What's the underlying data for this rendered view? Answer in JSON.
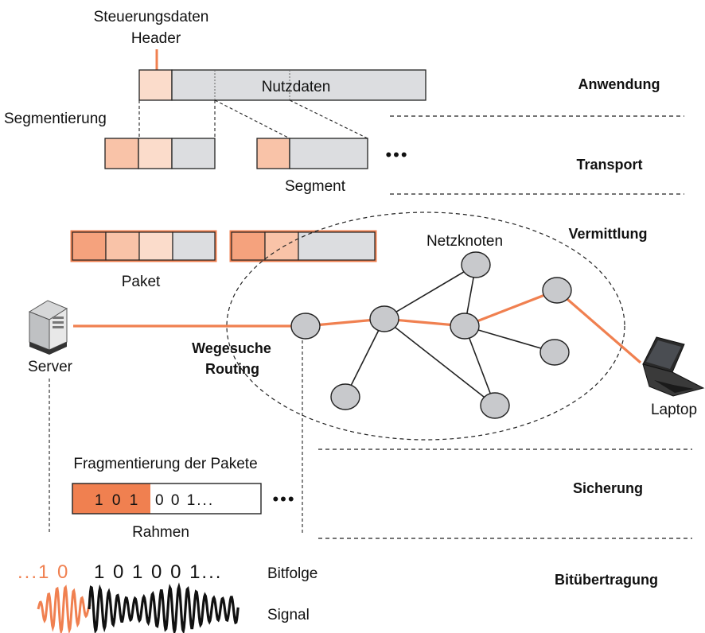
{
  "labels": {
    "steuerungsdaten": "Steuerungsdaten",
    "header": "Header",
    "nutzdaten": "Nutzdaten",
    "segmentierung": "Segmentierung",
    "segment": "Segment",
    "paket": "Paket",
    "netzknoten": "Netzknoten",
    "server": "Server",
    "laptop": "Laptop",
    "wegesuche": "Wegesuche",
    "routing": "Routing",
    "fragmentierung": "Fragmentierung der Pakete",
    "rahmen": "Rahmen",
    "bitfolge": "Bitfolge",
    "signal": "Signal",
    "ellipsis": "•••"
  },
  "layers": {
    "anwendung": "Anwendung",
    "transport": "Transport",
    "vermittlung": "Vermittlung",
    "sicherung": "Sicherung",
    "bituebertragung": "Bitübertragung"
  },
  "frame_bits": {
    "colored": "1 0 1",
    "plain": "0 0 1..."
  },
  "bitstream": {
    "colored": "...1 0",
    "plain": "1 0 1 0 0 1..."
  },
  "colors": {
    "accent": "#f08050",
    "accent_light": "#f9c3a8",
    "accent_pale": "#fbdccb",
    "accent_strong": "#f5a27d",
    "payload": "#dcdde0",
    "node": "#c8c9cc",
    "line": "#222222"
  }
}
